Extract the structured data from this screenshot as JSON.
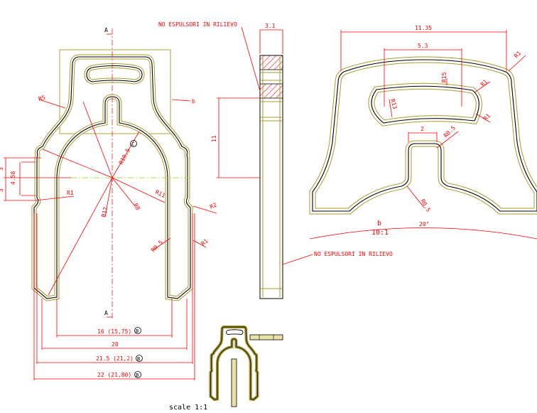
{
  "colors": {
    "dimension": "#ff0000",
    "outline": "#000000",
    "offset_line": "#a89a2a",
    "centerline": "#a6d84a"
  },
  "front_view": {
    "section_label_top": "A",
    "section_label_bottom": "A",
    "detail_callout": "b",
    "datum_c": "C",
    "radii": {
      "r5": "R5",
      "r10_5": "R10.5",
      "r1_left": "R1",
      "r11": "R11",
      "r8": "R8",
      "r17": "R17",
      "r2": "R2",
      "r1_right": "R1",
      "r0_5": "R0.5"
    },
    "left_dims": {
      "upper": "3",
      "lower": "3",
      "notch": "4.58"
    },
    "bottom_dims": [
      {
        "text": "16 (15,75)",
        "datum": "B"
      },
      {
        "text": "20",
        "datum": ""
      },
      {
        "text": "21.5 (21,2)",
        "datum": "B"
      },
      {
        "text": "22 (21,80)",
        "datum": "B"
      }
    ]
  },
  "side_view": {
    "note_top": "NO ESPULSORI IN RILIEVO",
    "note_bottom": "NO ESPULSORI IN RILIEVO",
    "thickness": "3.1",
    "height": "11"
  },
  "detail_view": {
    "width_top": "11.35",
    "slot_width": "5.3",
    "r1_corner": "R1",
    "r15": "R15",
    "r1_slot_top": "R1",
    "r13": "R13",
    "r1_slot_bottom": "R1",
    "stem_width": "2",
    "r0_5_top": "R0.5",
    "r0_5_bottom": "R0.5",
    "label": "b",
    "scale": "10:1",
    "arc_dim": "20°"
  },
  "scale_note": "scale 1:1"
}
